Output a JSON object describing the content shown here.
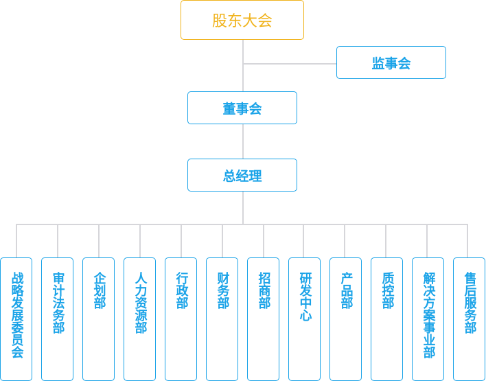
{
  "chart": {
    "top": {
      "label": "股东大会"
    },
    "supervisory": {
      "label": "监事会"
    },
    "board": {
      "label": "董事会"
    },
    "ceo": {
      "label": "总经理"
    },
    "departments": [
      {
        "label": "战略发展委员会"
      },
      {
        "label": "审计法务部"
      },
      {
        "label": "企划部"
      },
      {
        "label": "人力资源部"
      },
      {
        "label": "行政部"
      },
      {
        "label": "财务部"
      },
      {
        "label": "招商部"
      },
      {
        "label": "研发中心"
      },
      {
        "label": "产品部"
      },
      {
        "label": "质控部"
      },
      {
        "label": "解决方案事业部"
      },
      {
        "label": "售后服务部"
      }
    ]
  },
  "colors": {
    "top_accent": "#f0b31c",
    "node_accent": "#1aa3e8",
    "connector": "#d6d6da"
  }
}
